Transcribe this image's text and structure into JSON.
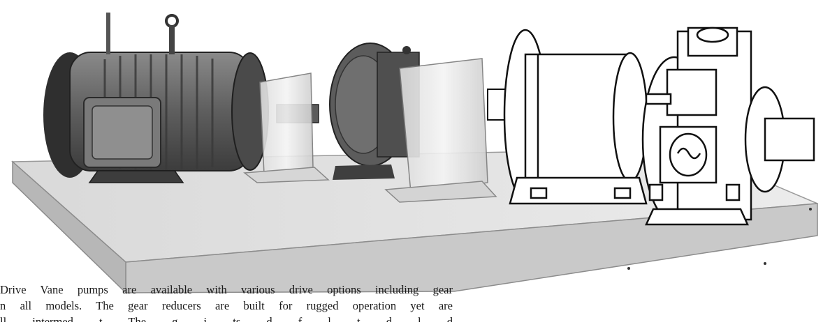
{
  "document": {
    "figure": {
      "subject_icons": [
        "electric-motor-icon",
        "gear-reducer-icon",
        "coupling-guard-icon",
        "vane-pump-icon",
        "base-plate-icon"
      ]
    },
    "caption": {
      "lines": [
        "Drive Vane pumps are available with various drive options including gear",
        "n all models. The gear reducers are built for rugged operation yet are",
        "ll  intermed  t  The g   i   ts d   f   l t d l     d"
      ]
    }
  },
  "colors": {
    "page_background": "#ffffff",
    "base_plate": "#e1e1e1",
    "motor_body": "#6d6d6d",
    "motor_dark": "#3b3b3b",
    "line_art": "#111111",
    "caption_text": "#1a1a1a"
  }
}
